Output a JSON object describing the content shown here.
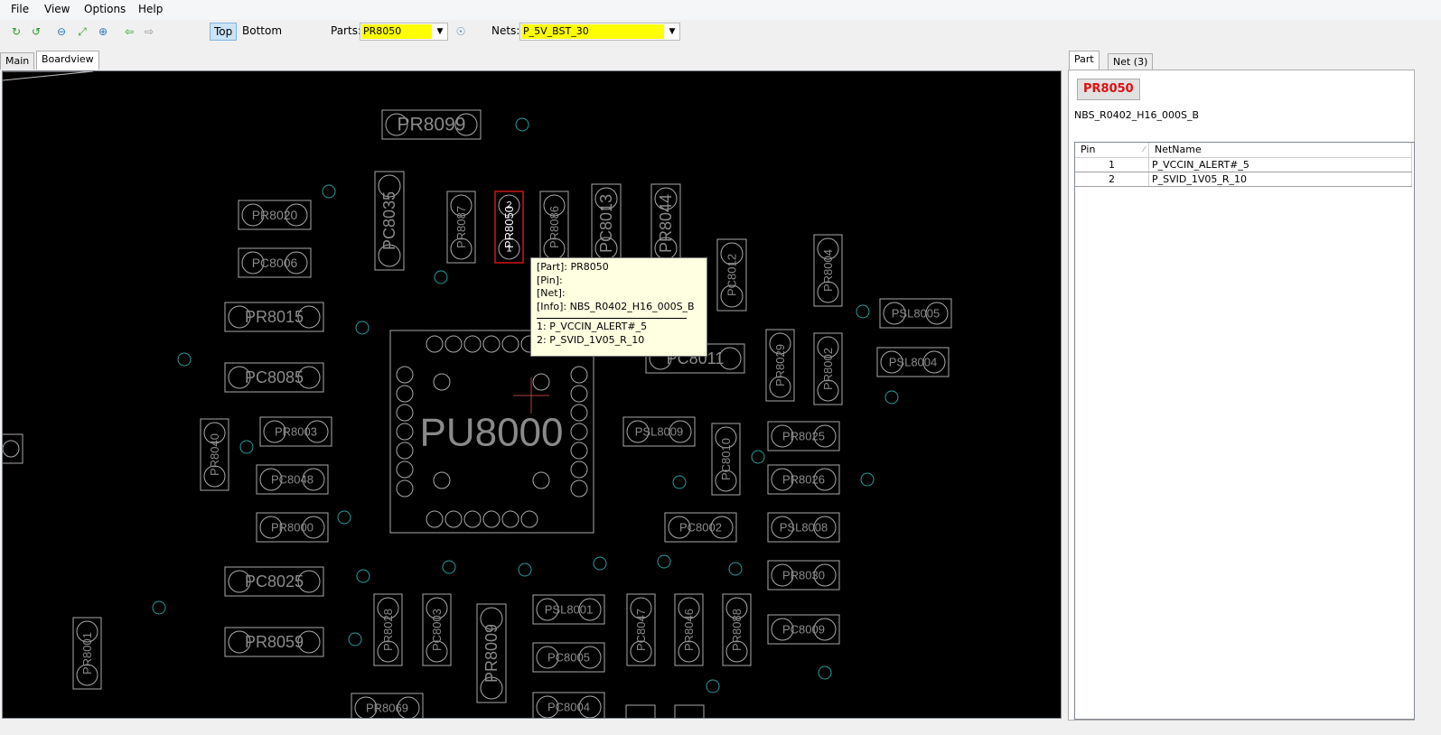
{
  "menu": [
    "File",
    "View",
    "Options",
    "Help"
  ],
  "toolbar": {
    "icons": [
      "reload-icon",
      "refresh-icon",
      "zoom-out-icon",
      "zoom-fit-icon",
      "zoom-in-icon",
      "back-arrow-icon",
      "forward-arrow-icon",
      "search-bulb-icon"
    ],
    "top_label": "Top",
    "bottom_label": "Bottom",
    "parts_label": "Parts:",
    "parts_value": "PR8050",
    "nets_label": "Nets:",
    "nets_value": "P_5V_BST_30"
  },
  "left_tabs": [
    "Main",
    "Boardview"
  ],
  "board": {
    "colors": {
      "outline": "#a9a9a9",
      "via": "#2a9d9d",
      "selected": "#d01515",
      "background": "#000000"
    },
    "components": [
      "PR8099",
      "PR8020",
      "PC8035",
      "PR8087",
      "PR8050",
      "PR8086",
      "PC8013",
      "PR8044",
      "PC8006",
      "PC8012",
      "PR8004",
      "PR8015",
      "PSL8005",
      "PC8011",
      "PR8029",
      "PR8002",
      "PSL8004",
      "PC8085",
      "PU8000",
      "PR8040",
      "PR8003",
      "PSL8009",
      "PC8010",
      "PR8025",
      "PC8048",
      "PR8026",
      "PR8000",
      "PC8002",
      "PSL8008",
      "PC8025",
      "PR8030",
      "PSL8001",
      "PR8028",
      "PC8003",
      "PR8009",
      "PC8047",
      "PR8046",
      "PR8088",
      "PC8009",
      "PR8001",
      "PR8059",
      "PC8005",
      "PR8069",
      "PC8004"
    ],
    "selected_pins": [
      "2",
      "1"
    ]
  },
  "tooltip": {
    "part": "[Part]: PR8050",
    "pin": "[Pin]:",
    "net": "[Net]:",
    "info": "[Info]: NBS_R0402_H16_000S_B",
    "line1": "1: P_VCCIN_ALERT#_5",
    "line2": "2: P_SVID_1V05_R_10"
  },
  "right_panel": {
    "tabs": [
      "Part",
      "Net (3)"
    ],
    "part_button": "PR8050",
    "part_info": "NBS_R0402_H16_000S_B",
    "columns": [
      "Pin",
      "NetName"
    ],
    "rows": [
      {
        "pin": "1",
        "net": "P_VCCIN_ALERT#_5"
      },
      {
        "pin": "2",
        "net": "P_SVID_1V05_R_10"
      }
    ]
  }
}
